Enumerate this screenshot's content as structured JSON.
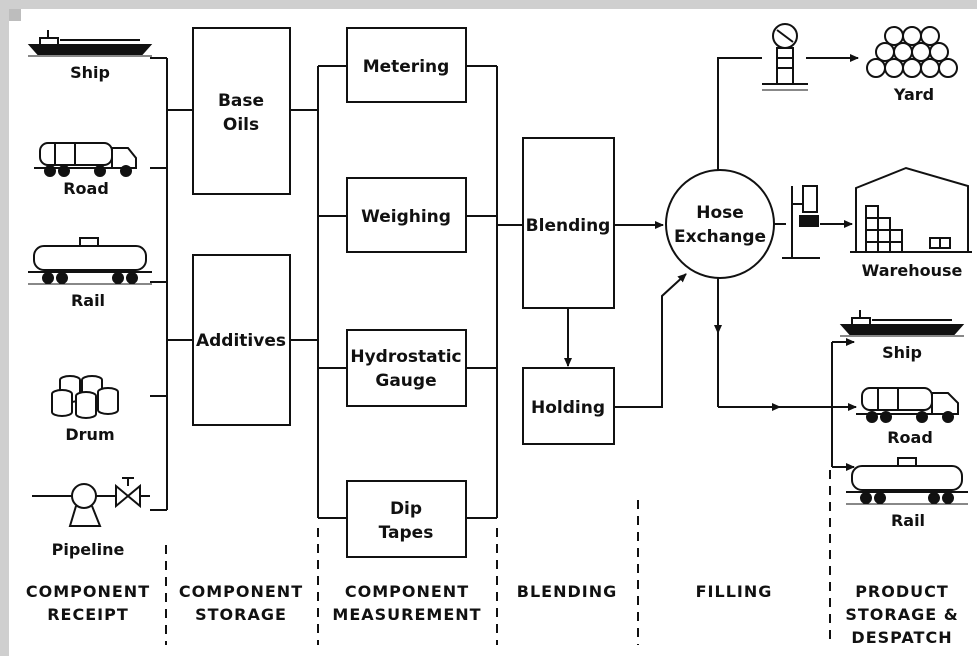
{
  "receipt": {
    "ship": "Ship",
    "road": "Road",
    "rail": "Rail",
    "drum": "Drum",
    "pipeline": "Pipeline"
  },
  "storage": {
    "base_oils_1": "Base",
    "base_oils_2": "Oils",
    "additives": "Additives"
  },
  "measurement": {
    "metering": "Metering",
    "weighing": "Weighing",
    "hydrostatic_1": "Hydrostatic",
    "hydrostatic_2": "Gauge",
    "dip_1": "Dip",
    "dip_2": "Tapes"
  },
  "blending": {
    "blending": "Blending",
    "holding": "Holding"
  },
  "filling": {
    "hose_1": "Hose",
    "hose_2": "Exchange"
  },
  "despatch": {
    "yard": "Yard",
    "warehouse": "Warehouse",
    "ship": "Ship",
    "road": "Road",
    "rail": "Rail"
  },
  "stages": {
    "receipt_1": "COMPONENT",
    "receipt_2": "RECEIPT",
    "storage_1": "COMPONENT",
    "storage_2": "STORAGE",
    "measurement_1": "COMPONENT",
    "measurement_2": "MEASUREMENT",
    "blending": "BLENDING",
    "filling": "FILLING",
    "despatch_1": "PRODUCT",
    "despatch_2": "STORAGE &",
    "despatch_3": "DESPATCH"
  }
}
